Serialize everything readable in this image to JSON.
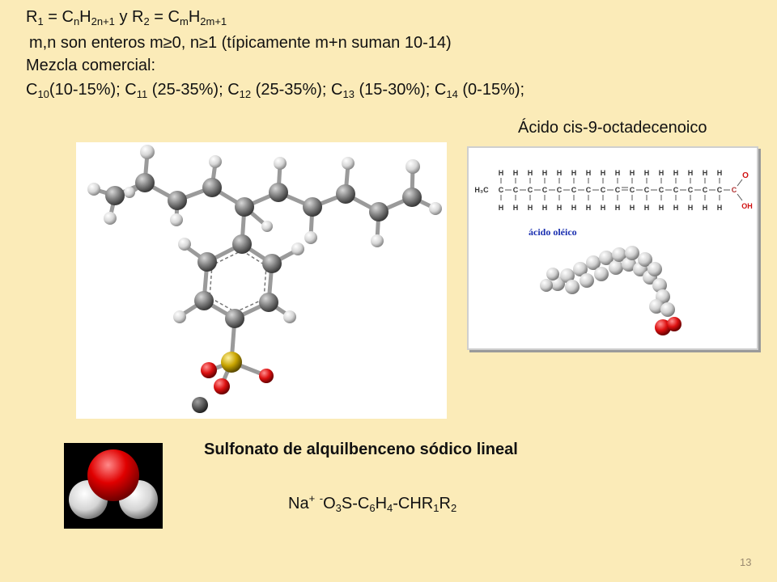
{
  "formula_r": {
    "r1_label": "R",
    "r1_sub": "1",
    "eq1": " = C",
    "n1": "n",
    "h1": "H",
    "n1b": "2n+1",
    "conj": " y R",
    "r2_sub": "2",
    "eq2": " = C",
    "m1": "m",
    "h2": "H",
    "m1b": "2m+1"
  },
  "constraint": "m,n son enteros m≥0, n≥1 (típicamente m+n suman 10-14)",
  "mixture": {
    "label": "Mezcla comercial:",
    "items": [
      {
        "sub": "10",
        "range": "(10-15%); "
      },
      {
        "sub": "11",
        "range": " (25-35%); "
      },
      {
        "sub": "12",
        "range": " (25-35%); "
      },
      {
        "sub": "13",
        "range": " (15-30%); "
      },
      {
        "sub": "14",
        "range": " (0-15%);"
      }
    ],
    "letter": "C"
  },
  "oleic": {
    "caption": "Ácido cis-9-octadecenoico",
    "label": "ácido oléico",
    "chain_start": "H₃C",
    "atom_c": "C",
    "atom_h": "H",
    "atom_o": "O",
    "atom_oh": "OH"
  },
  "sulfonate": {
    "title": "Sulfonato de alquilbenceno sódico lineal",
    "na": "Na",
    "plus": "+",
    "minus": "-",
    "o": "O",
    "o_sub": "3",
    "s_c": "S-C",
    "c_sub": "6",
    "h": "H",
    "h_sub": "4",
    "chr": "-CHR",
    "r1_sub": "1",
    "r": "R",
    "r2_sub": "2"
  },
  "slide_number": "13",
  "colors": {
    "background": "#FBEBB8",
    "carbon": "#7a7a7a",
    "hydrogen": "#e6e6e6",
    "oxygen": "#dd1111",
    "sulfur": "#c8a400",
    "sodium": "#555555",
    "oleic_label": "#1a2fb0"
  }
}
